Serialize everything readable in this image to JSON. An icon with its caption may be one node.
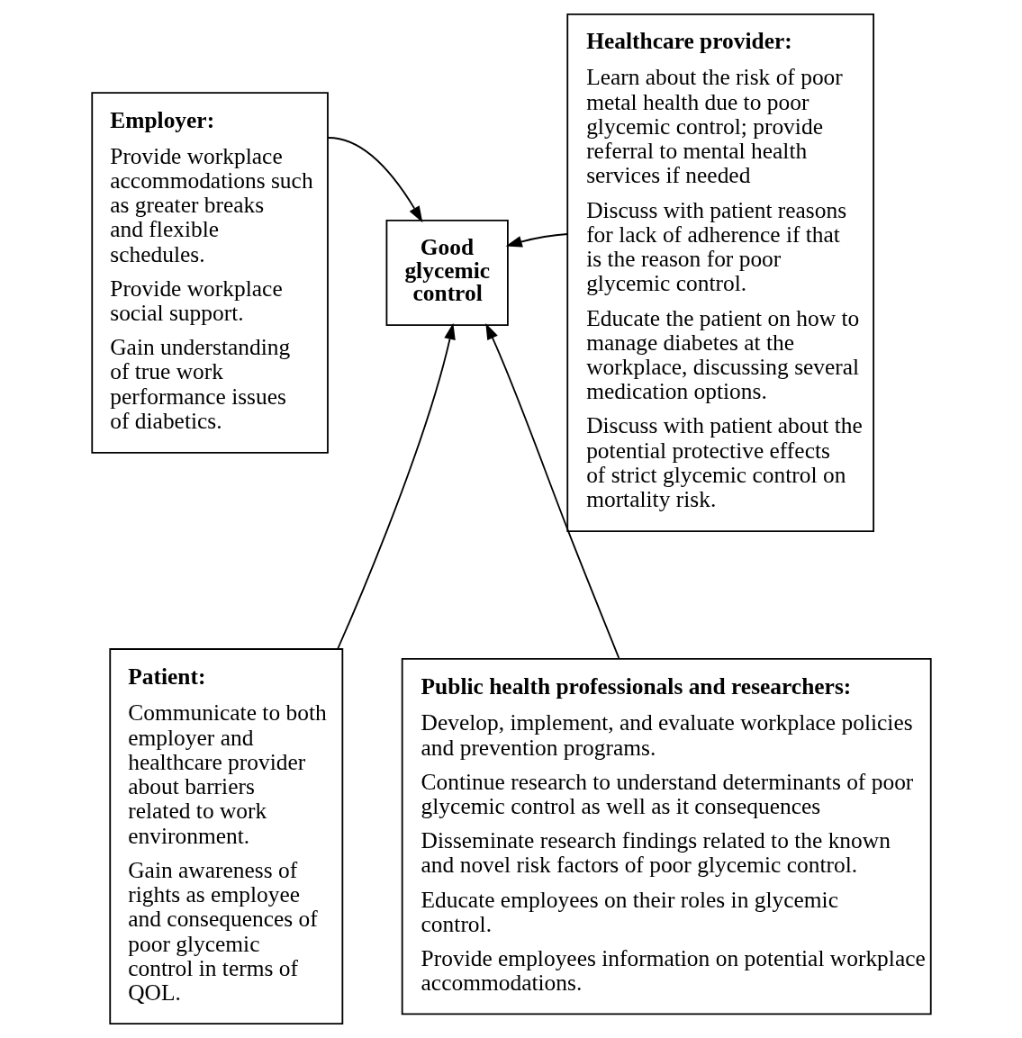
{
  "diagram": {
    "nodes": [
      {
        "text": [
          "Employer:",
          "Provide workplace accommodations such as greater breaks and flexible schedules.",
          "Provide workplace social support.",
          "Gain understanding of true work performance issues of diabetics."
        ]
      },
      {
        "text": [
          "Good glycemic control"
        ]
      },
      {
        "text": [
          "Healthcare provider:",
          "Learn about the risk of poor metal health due to poor glycemic control; provide referral to mental health services if needed",
          "Discuss with patient reasons for lack of adherence if that is the reason for poor glycemic control.",
          "Educate the patient on how to manage diabetes at the workplace, discussing several medication options.",
          "Discuss with patient about the potential protective effects of strict glycemic control on mortality risk."
        ]
      },
      {
        "text": [
          "Patient:",
          "Communicate to both employer and healthcare provider about barriers related to work environment.",
          "Gain awareness of rights as employee and consequences of poor glycemic control in terms of QOL."
        ]
      },
      {
        "text": [
          "Public health professionals and researchers:",
          "Develop, implement, and evaluate workplace policies and prevention programs.",
          "Continue research to understand determinants of poor glycemic control as well as it consequences",
          "Disseminate research findings related to the known and novel risk factors of poor glycemic control.",
          "Educate employees on their roles in glycemic control.",
          "Provide employees information on potential workplace accommodations."
        ]
      }
    ],
    "edges": [
      {
        "from": 0,
        "to": 1,
        "arrow": "to"
      },
      {
        "from": 2,
        "to": 1,
        "arrow": "to"
      },
      {
        "from": 3,
        "to": 1,
        "arrow": "to"
      },
      {
        "from": 4,
        "to": 1,
        "arrow": "to"
      }
    ]
  }
}
